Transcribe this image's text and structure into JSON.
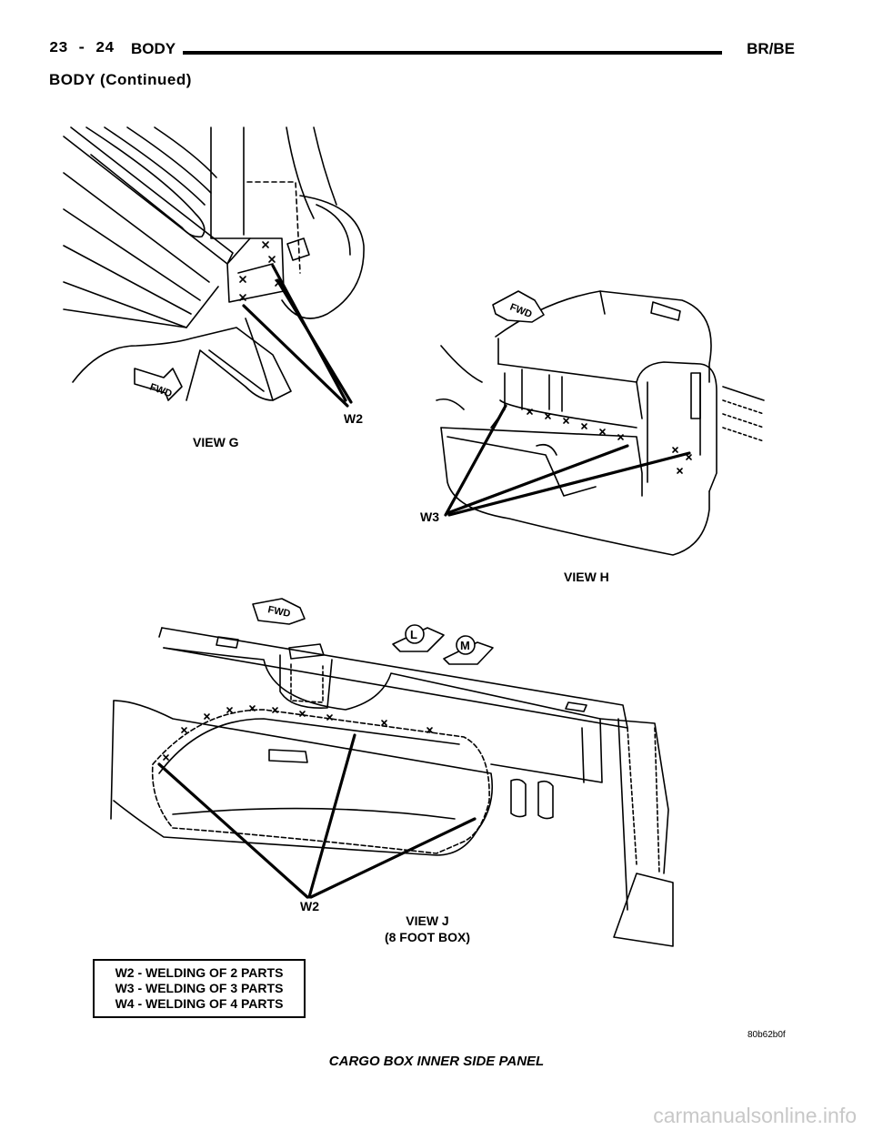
{
  "header": {
    "page_number": "23 - 24",
    "section": "BODY",
    "model": "BR/BE"
  },
  "subheader": "BODY (Continued)",
  "views": {
    "g": {
      "title": "VIEW G",
      "callout": "W2",
      "fwd": "FWD"
    },
    "h": {
      "title": "VIEW H",
      "callout": "W3",
      "fwd": "FWD"
    },
    "j": {
      "title": "VIEW J",
      "subtitle": "(8 FOOT BOX)",
      "callout": "W2",
      "fwd": "FWD",
      "marker_l": "L",
      "marker_m": "M"
    }
  },
  "legend": [
    "W2 - WELDING OF 2 PARTS",
    "W3 - WELDING OF 3 PARTS",
    "W4 - WELDING OF 4 PARTS"
  ],
  "figure_code": "80b62b0f",
  "caption": "CARGO BOX INNER SIDE PANEL",
  "watermark": "carmanualsonline.info"
}
